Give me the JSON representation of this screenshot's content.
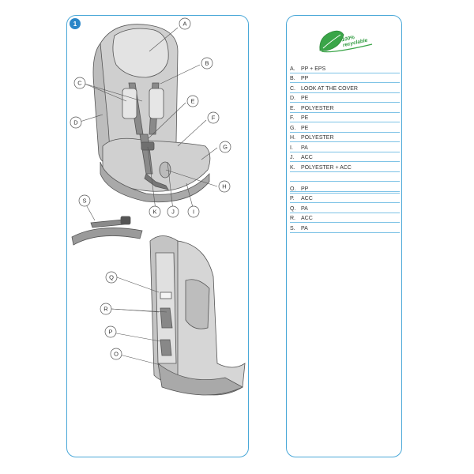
{
  "step_number": "1",
  "logo": {
    "line1": "100%",
    "line2": "recyclable",
    "color": "#2e9a3e"
  },
  "accent_color": "#4aa8d8",
  "materials_group1": [
    {
      "letter": "A.",
      "value": "PP + EPS"
    },
    {
      "letter": "B.",
      "value": "PP"
    },
    {
      "letter": "C.",
      "value": "LOOK AT THE COVER"
    },
    {
      "letter": "D.",
      "value": "PE"
    },
    {
      "letter": "E.",
      "value": "POLYESTER"
    },
    {
      "letter": "F.",
      "value": "PE"
    },
    {
      "letter": "G.",
      "value": "PE"
    },
    {
      "letter": "H.",
      "value": "POLYESTER"
    },
    {
      "letter": "I.",
      "value": "PA"
    },
    {
      "letter": "J.",
      "value": "ACC"
    },
    {
      "letter": "K.",
      "value": "POLYESTER + ACC"
    }
  ],
  "materials_group2": [
    {
      "letter": "O.",
      "value": "PP"
    },
    {
      "letter": "P.",
      "value": "ACC"
    },
    {
      "letter": "Q.",
      "value": "PA"
    },
    {
      "letter": "R.",
      "value": "ACC"
    },
    {
      "letter": "S.",
      "value": "PA"
    }
  ],
  "callouts": {
    "a": "A",
    "b": "B",
    "c": "C",
    "d": "D",
    "e": "E",
    "f": "F",
    "g": "G",
    "h": "H",
    "i": "I",
    "j": "J",
    "k": "K",
    "s": "S",
    "q": "Q",
    "r": "R",
    "p": "P",
    "o": "O"
  }
}
